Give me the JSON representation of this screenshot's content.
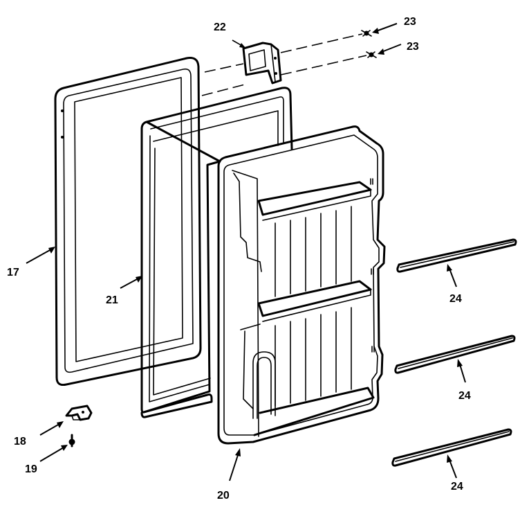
{
  "labels": {
    "l17": "17",
    "l18": "18",
    "l19": "19",
    "l20": "20",
    "l21": "21",
    "l22": "22",
    "l23a": "23",
    "l23b": "23",
    "l24a": "24",
    "l24b": "24",
    "l24c": "24"
  }
}
